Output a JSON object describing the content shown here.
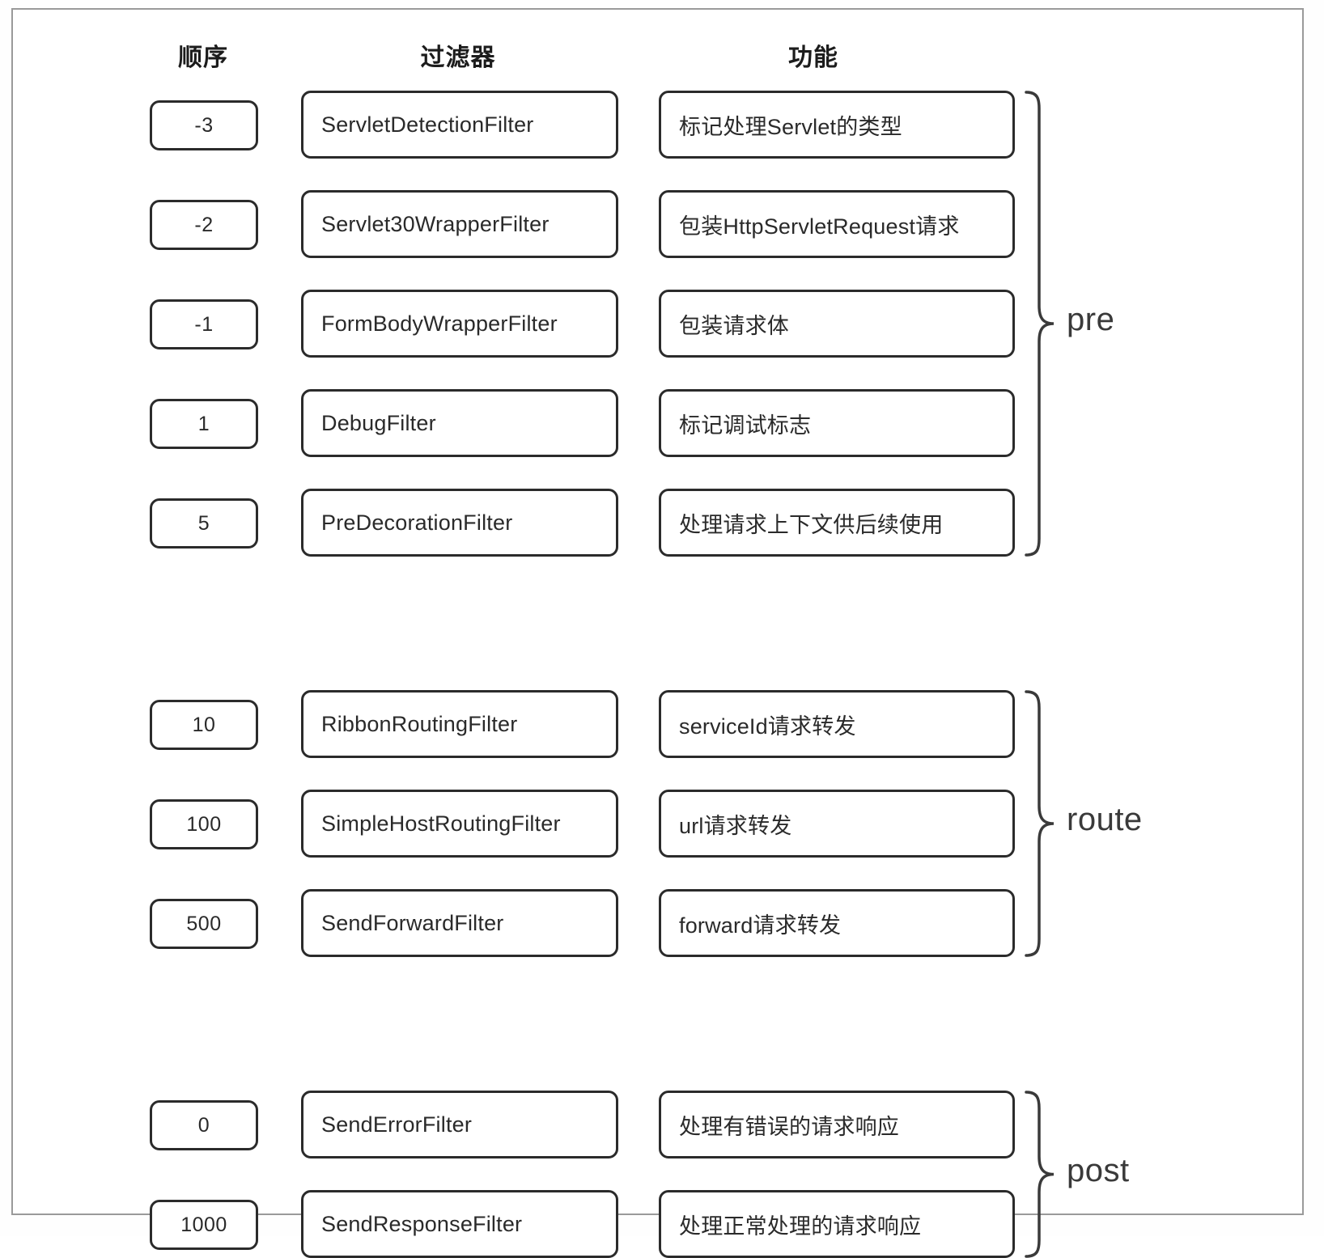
{
  "diagram": {
    "title_visible": false,
    "columns": {
      "order": "顺序",
      "filter": "过滤器",
      "function": "功能"
    },
    "groups": [
      {
        "id": "pre",
        "label": "pre",
        "rows": [
          {
            "order": "-3",
            "filter": "ServletDetectionFilter",
            "function": "标记处理Servlet的类型"
          },
          {
            "order": "-2",
            "filter": "Servlet30WrapperFilter",
            "function": "包装HttpServletRequest请求"
          },
          {
            "order": "-1",
            "filter": "FormBodyWrapperFilter",
            "function": "包装请求体"
          },
          {
            "order": "1",
            "filter": "DebugFilter",
            "function": "标记调试标志"
          },
          {
            "order": "5",
            "filter": "PreDecorationFilter",
            "function": "处理请求上下文供后续使用"
          }
        ]
      },
      {
        "id": "route",
        "label": "route",
        "rows": [
          {
            "order": "10",
            "filter": "RibbonRoutingFilter",
            "function": "serviceId请求转发"
          },
          {
            "order": "100",
            "filter": "SimpleHostRoutingFilter",
            "function": "url请求转发"
          },
          {
            "order": "500",
            "filter": "SendForwardFilter",
            "function": "forward请求转发"
          }
        ]
      },
      {
        "id": "post",
        "label": "post",
        "rows": [
          {
            "order": "0",
            "filter": "SendErrorFilter",
            "function": "处理有错误的请求响应"
          },
          {
            "order": "1000",
            "filter": "SendResponseFilter",
            "function": "处理正常处理的请求响应"
          }
        ]
      }
    ],
    "colors": {
      "box_border": "#2b2b2b",
      "frame_border": "#9a9a9a",
      "text": "#2a2a2a",
      "background": "#ffffff"
    }
  }
}
